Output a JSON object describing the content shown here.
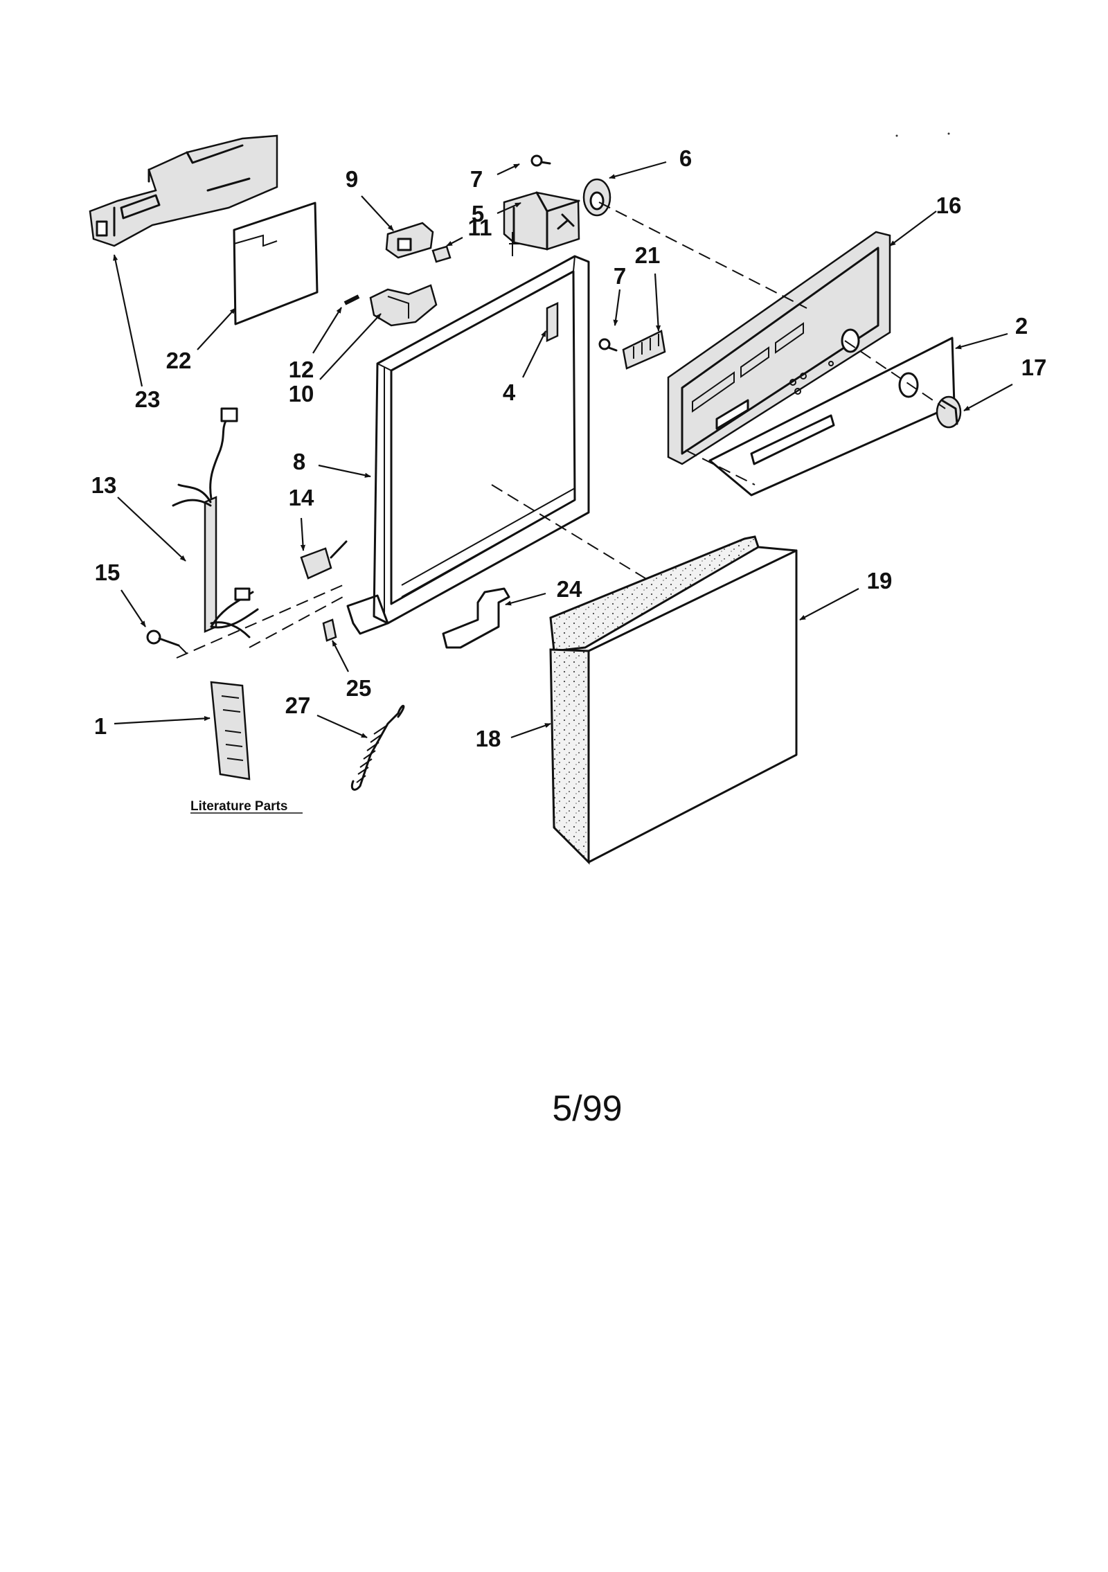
{
  "diagram": {
    "callouts": [
      "1",
      "2",
      "4",
      "5",
      "6",
      "7",
      "7",
      "8",
      "9",
      "10",
      "11",
      "12",
      "13",
      "14",
      "15",
      "16",
      "17",
      "18",
      "19",
      "21",
      "22",
      "23",
      "24",
      "25",
      "27"
    ],
    "literature_caption": "Literature Parts",
    "date_code": "5/99"
  }
}
